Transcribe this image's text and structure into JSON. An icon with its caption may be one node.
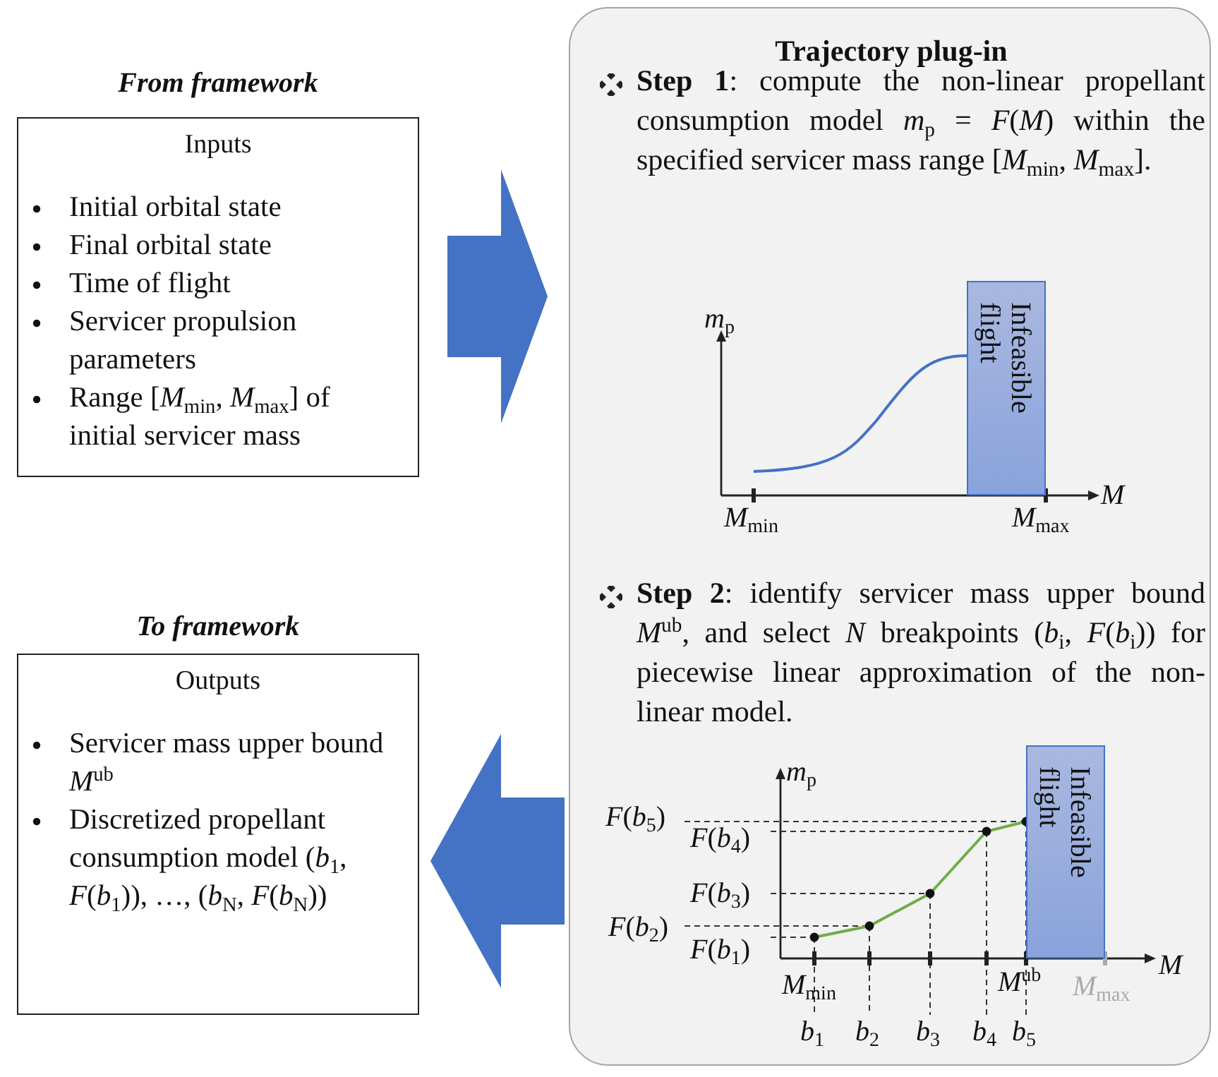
{
  "diagram": {
    "nodes": [
      {
        "text": [
          "From framework",
          "Inputs",
          "Initial orbital state",
          "Final orbital state",
          "Time of flight",
          "Servicer propulsion parameters",
          "Range [*M*$_{min}$, *M*$_{max}$] of initial servicer mass"
        ]
      },
      {
        "text": [
          "To framework",
          "Outputs",
          "Servicer mass upper bound *M*$^{ub}$",
          "Discretized propellant consumption model (*b*$_{1}$, *F*(*b*$_{1}$)), …, (*b*$_{N}$, *F*(*b*$_{N}$))"
        ]
      },
      {
        "text": [
          "Trajectory plug-in",
          "**Step 1**: compute the non-linear propellant consumption model *m*$_{p}$ = *F*(*M*) within the specified servicer mass range [*M*$_{min}$, *M*$_{max}$].",
          "**Step 2**: identify servicer mass upper bound *M*$^{ub}$, and select *N* breakpoints (*b*$_{i}$, *F*(*b*$_{i}$)) for piecewise linear approximation of the non-linear model."
        ]
      },
      {
        "text": [
          "Infeasible flight"
        ],
        "in": 2
      },
      {
        "text": [
          "Infeasible flight"
        ],
        "in": 2
      }
    ],
    "edges": [
      {
        "from": 0,
        "to": 2,
        "arrow": "to"
      },
      {
        "from": 2,
        "to": 1,
        "arrow": "to"
      }
    ],
    "labels": [
      "*m*$_{p}$",
      "*M*$_{min}$",
      "*M*$_{max}$",
      "*M*",
      "*m*$_{p}$",
      "*F*(*b*$_{5}$)",
      "*F*(*b*$_{4}$)",
      "*F*(*b*$_{3}$)",
      "*F*(*b*$_{2}$)",
      "*F*(*b*$_{1}$)",
      "*M*$_{min}$",
      "*M*$^{ub}$",
      "*M*$_{max}$",
      "*M*",
      "*b*$_{1}$",
      "*b*$_{2}$",
      "*b*$_{3}$",
      "*b*$_{4}$",
      "*b*$_{5}$"
    ]
  }
}
